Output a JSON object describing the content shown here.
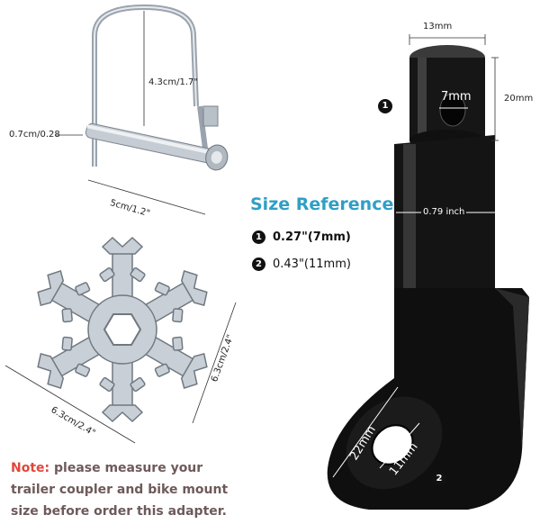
{
  "pin": {
    "height_label": "4.3cm/1.7\"",
    "width_label": "5cm/1.2\"",
    "diameter_label": "0.7cm/0.28"
  },
  "multitool": {
    "width_label": "6.3cm/2.4\"",
    "height_label": "6.3cm/2.4\""
  },
  "adapter": {
    "top_width_label": "13mm",
    "top_height_label": "20mm",
    "hole_label": "7mm",
    "shaft_label": "0.79 inch",
    "eye_outer_label": "22mm",
    "eye_inner_label": "11mm",
    "callout_1": "1",
    "callout_2": "2"
  },
  "size_reference": {
    "title": "Size Reference",
    "items": [
      {
        "num": "1",
        "value": "0.27\"(7mm)"
      },
      {
        "num": "2",
        "value": "0.43\"(11mm)"
      }
    ]
  },
  "note": {
    "label": "Note:",
    "text": " please measure your trailer coupler and bike mount size before order this adapter."
  },
  "colors": {
    "title": "#2f9fc6",
    "note_label": "#e0463b",
    "note_text": "#6e5a5a"
  }
}
